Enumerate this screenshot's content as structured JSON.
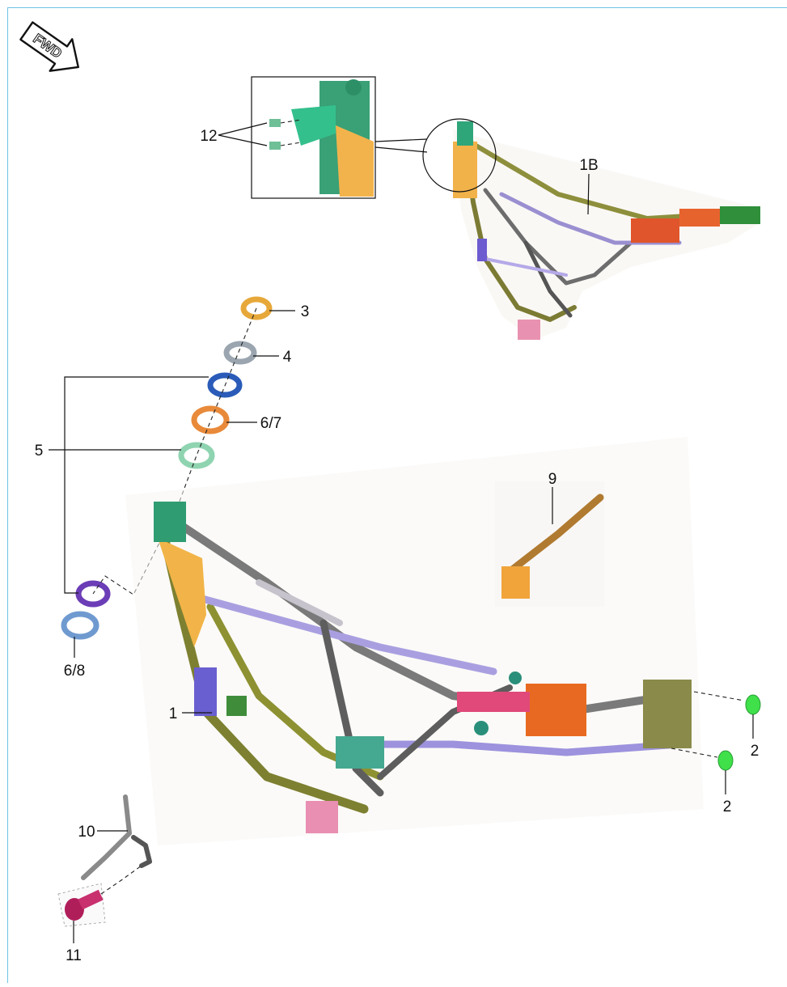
{
  "fwd_badge": {
    "text": "FWD"
  },
  "labels": {
    "part_1": "1",
    "part_1b": "1B",
    "part_2_upper": "2",
    "part_2_lower": "2",
    "part_3": "3",
    "part_4": "4",
    "part_5": "5",
    "part_6_7": "6/7",
    "part_6_8": "6/8",
    "part_9": "9",
    "part_10": "10",
    "part_11": "11",
    "part_12": "12"
  }
}
